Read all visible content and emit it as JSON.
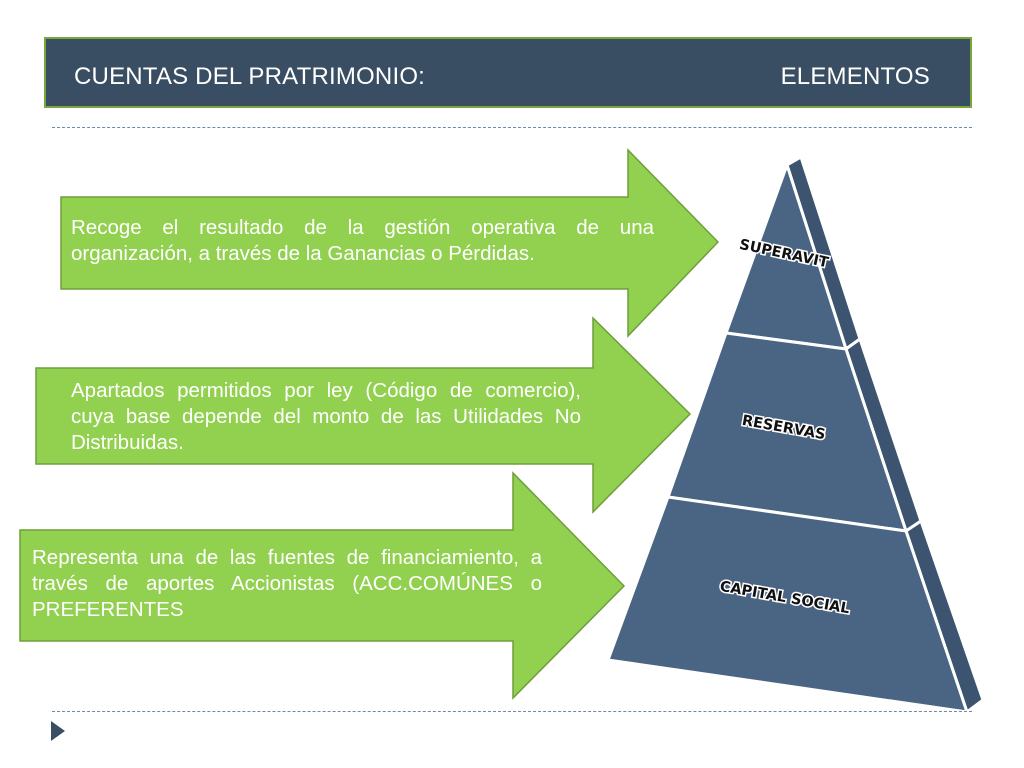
{
  "header": {
    "title": "CUENTAS DEL PRATRIMONIO:",
    "subtitle": "ELEMENTOS"
  },
  "arrows": [
    {
      "text": "Recoge el resultado de  la gestión operativa de una organización, a través de la Ganancias o Pérdidas."
    },
    {
      "text": "Apartados permitidos por ley (Código de comercio), cuya base depende del monto de las Utilidades No Distribuidas."
    },
    {
      "text": "Representa una de las fuentes de financiamiento, a través de aportes Accionistas (ACC.COMÚNES o PREFERENTES"
    }
  ],
  "pyramid": {
    "levels": [
      {
        "label": "SUPERAVIT"
      },
      {
        "label": "RESERVAS"
      },
      {
        "label": "CAPITAL SOCIAL"
      }
    ]
  },
  "colors": {
    "header_bg": "#3a4e63",
    "header_border": "#78a83a",
    "arrow_fill": "#92d050",
    "arrow_stroke": "#6f9e3a",
    "pyramid_face": "#4a6583",
    "pyramid_side": "#3c5470",
    "divider": "#6f8aa3"
  },
  "icons": {
    "slide_marker": "play-triangle-icon"
  }
}
